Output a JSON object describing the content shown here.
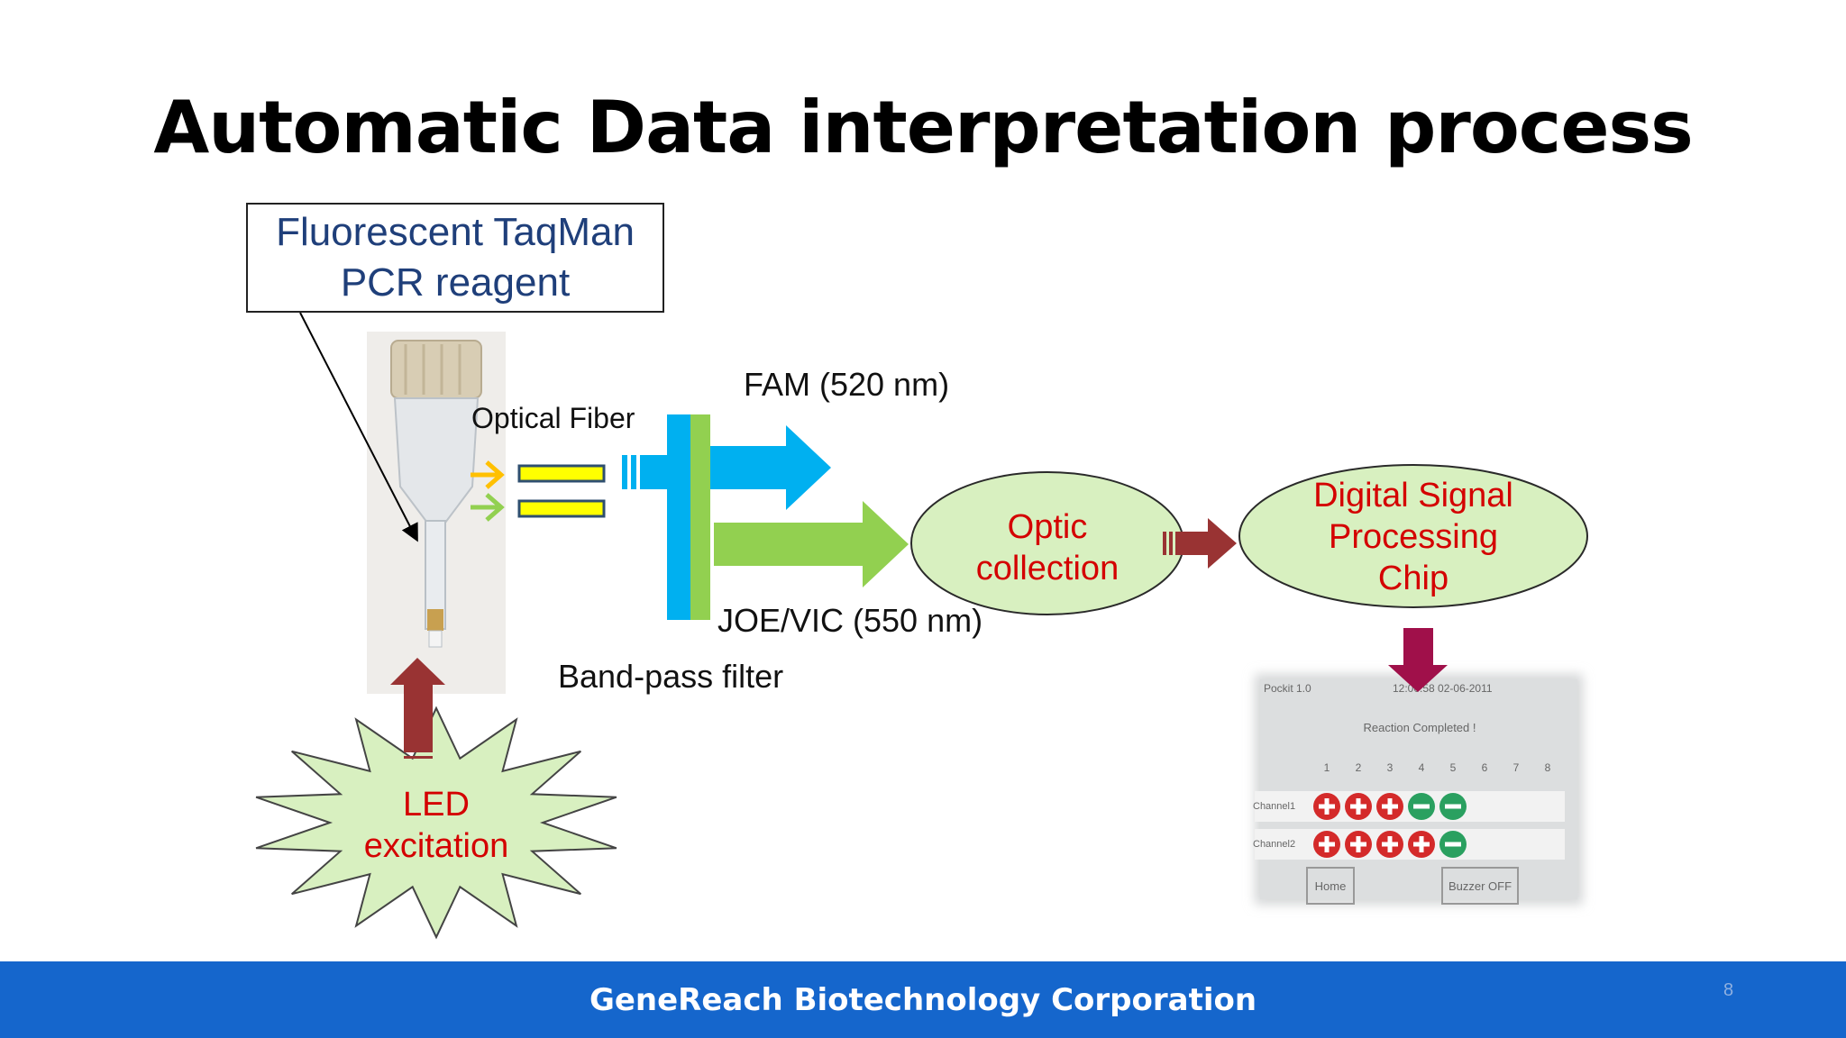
{
  "slide": {
    "title": "Automatic Data interpretation process",
    "footer": "GeneReach Biotechnology Corporation",
    "page_number": "8"
  },
  "diagram": {
    "reagent_line1": "Fluorescent TaqMan",
    "reagent_line2": "PCR reagent",
    "optical_fiber": "Optical Fiber",
    "fam": "FAM (520 nm)",
    "joe": "JOE/VIC (550 nm)",
    "bandpass": "Band-pass filter",
    "optic_line1": "Optic",
    "optic_line2": "collection",
    "dsp_line1": "Digital Signal",
    "dsp_line2": "Processing",
    "dsp_line3": "Chip",
    "led_line1": "LED",
    "led_line2": "excitation"
  },
  "device_screen": {
    "device_name": "Pockit 1.0",
    "time_date": "12:00:58  02-06-2011",
    "status": "Reaction Completed !",
    "columns": [
      "1",
      "2",
      "3",
      "4",
      "5",
      "6",
      "7",
      "8"
    ],
    "channel1_label": "Channel1",
    "channel2_label": "Channel2",
    "home_button": "Home",
    "buzzer_button": "Buzzer OFF"
  },
  "colors": {
    "fam_arrow": "#00b0f0",
    "joe_arrow": "#92d050",
    "ellipse_fill": "#d8f0c0",
    "dark_red_arrow": "#993333",
    "magenta_arrow": "#a0104a",
    "footer_bar": "#1566cc",
    "positive": "#d42a2a",
    "negative": "#2aa060"
  }
}
